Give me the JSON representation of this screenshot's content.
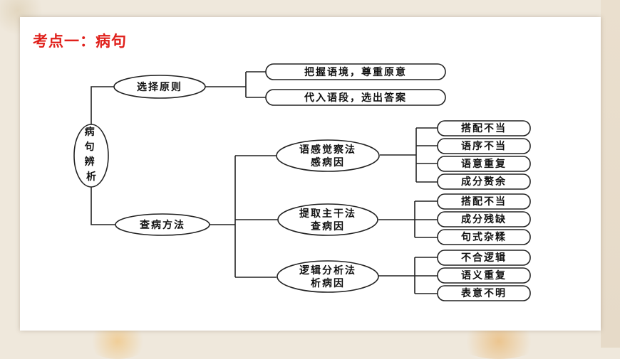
{
  "title": "考点一：病句",
  "root": "病句辨析",
  "principle": {
    "label": "选择原则",
    "items": [
      "把握语境，尊重原意",
      "代入语段，选出答案"
    ]
  },
  "method": {
    "label": "查病方法",
    "groups": [
      {
        "line1": "语感觉察法",
        "line2": "感病因",
        "items": [
          "搭配不当",
          "语序不当",
          "语意重复",
          "成分赘余"
        ]
      },
      {
        "line1": "提取主干法",
        "line2": "查病因",
        "items": [
          "搭配不当",
          "成分残缺",
          "句式杂糅"
        ]
      },
      {
        "line1": "逻辑分析法",
        "line2": "析病因",
        "items": [
          "不合逻辑",
          "语义重复",
          "表意不明"
        ]
      }
    ]
  }
}
